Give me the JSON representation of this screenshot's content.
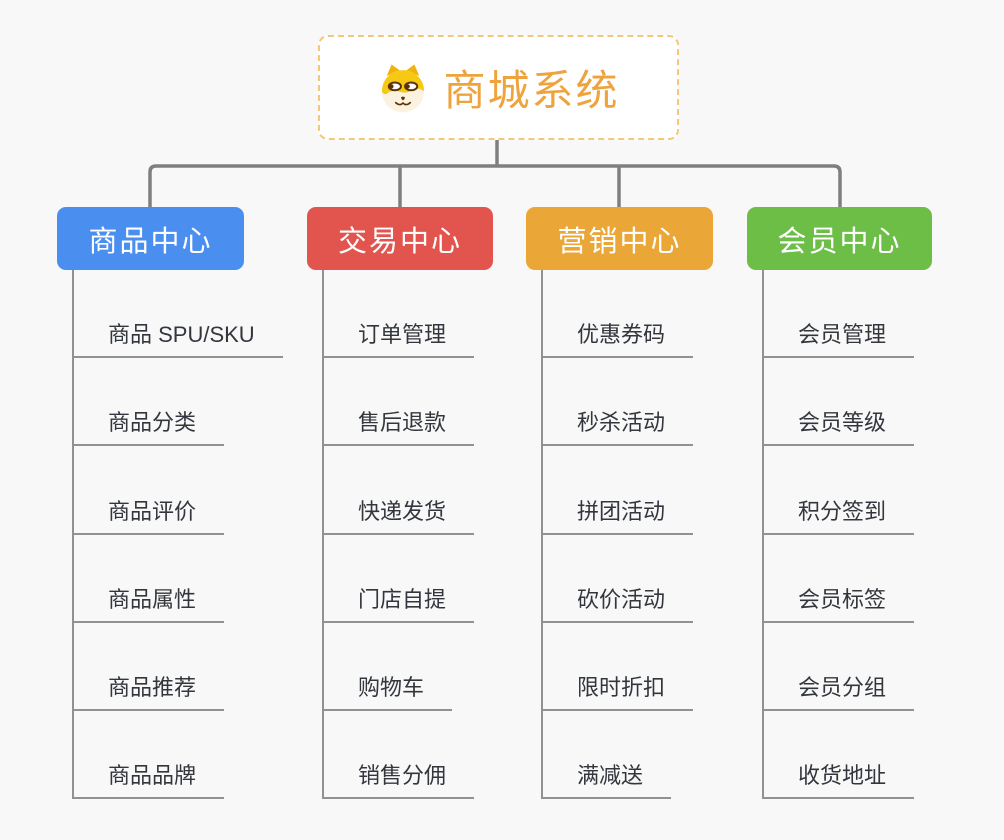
{
  "root": {
    "title": "商城系统",
    "icon": "doge-icon"
  },
  "branches": [
    {
      "label": "商品中心",
      "color": "#4a8ff0",
      "items": [
        "商品 SPU/SKU",
        "商品分类",
        "商品评价",
        "商品属性",
        "商品推荐",
        "商品品牌"
      ]
    },
    {
      "label": "交易中心",
      "color": "#e2544e",
      "items": [
        "订单管理",
        "售后退款",
        "快递发货",
        "门店自提",
        "购物车",
        "销售分佣"
      ]
    },
    {
      "label": "营销中心",
      "color": "#eaa636",
      "items": [
        "优惠券码",
        "秒杀活动",
        "拼团活动",
        "砍价活动",
        "限时折扣",
        "满减送"
      ]
    },
    {
      "label": "会员中心",
      "color": "#6cbe46",
      "items": [
        "会员管理",
        "会员等级",
        "积分签到",
        "会员标签",
        "会员分组",
        "收货地址"
      ]
    }
  ],
  "colors": {
    "background": "#f8f8f8",
    "connector": "#7f7f7f",
    "leaf_line": "#919191",
    "leaf_text": "#33373d",
    "root_text": "#efa33d",
    "root_border": "#f3c87e"
  }
}
